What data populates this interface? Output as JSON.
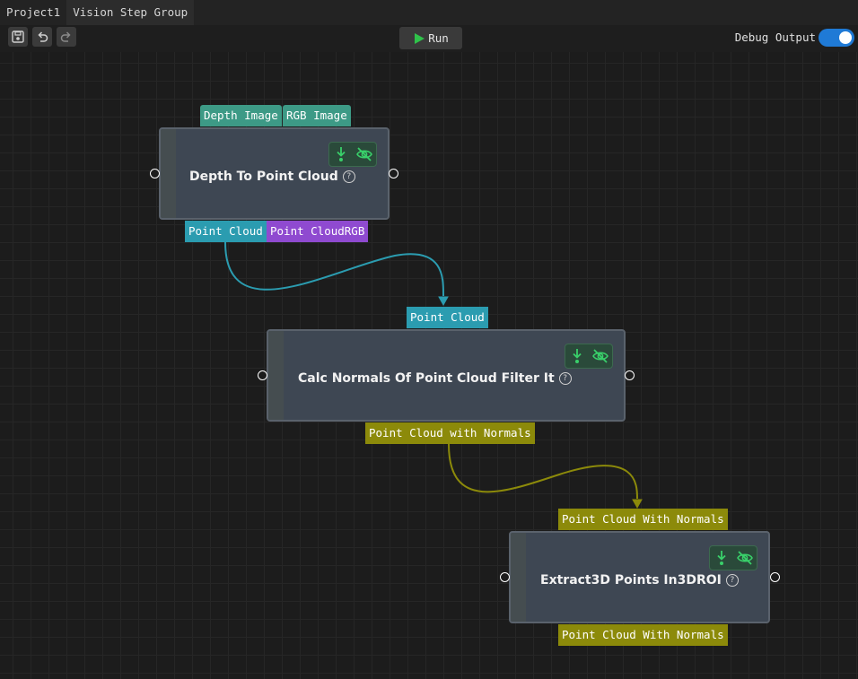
{
  "tabs": [
    {
      "label": "Project1"
    },
    {
      "label": "Vision Step Group"
    }
  ],
  "toolbar": {
    "run_label": "Run",
    "debug_label": "Debug Output",
    "debug_enabled": true
  },
  "nodes": [
    {
      "title": "Depth To Point Cloud",
      "inputs": [
        "Depth Image",
        "RGB Image"
      ],
      "outputs": [
        "Point Cloud",
        "Point CloudRGB"
      ]
    },
    {
      "title": "Calc Normals Of Point Cloud Filter It",
      "inputs": [
        "Point Cloud"
      ],
      "outputs": [
        "Point Cloud with Normals"
      ]
    },
    {
      "title": "Extract3D Points In3DROI",
      "inputs": [
        "Point Cloud With Normals"
      ],
      "outputs": [
        "Point Cloud With Normals"
      ]
    }
  ],
  "help_glyph": "?",
  "colors": {
    "input_port": "#3d9a86",
    "point_cloud": "#2b9cb0",
    "point_cloud_rgb": "#8f4ad0",
    "point_cloud_normals": "#8c8a0a",
    "toggle_on": "#1f7ad6",
    "run_icon": "#2fc24a"
  },
  "icons": [
    "save-icon",
    "undo-icon",
    "redo-icon",
    "play-icon",
    "download-arrow-icon",
    "eye-off-icon",
    "help-icon"
  ]
}
